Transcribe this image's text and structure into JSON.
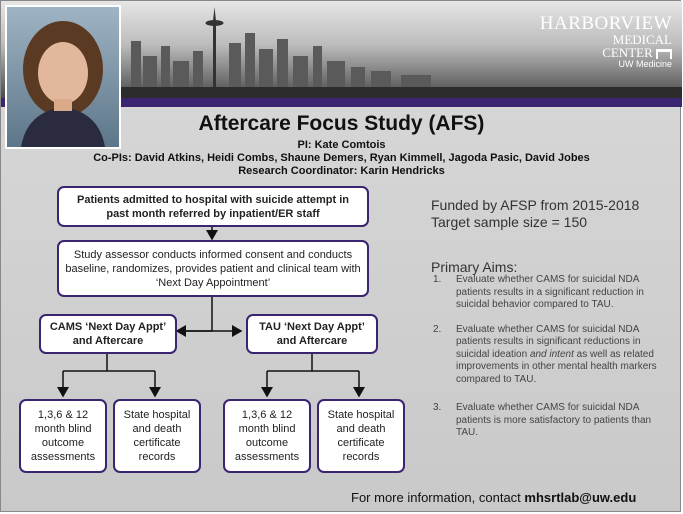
{
  "logo": {
    "line1": "HARBORVIEW",
    "line2": "MEDICAL",
    "line3": "CENTER",
    "line4": "UW Medicine"
  },
  "title": "Aftercare Focus Study (AFS)",
  "pi": "PI: Kate Comtois",
  "copis": "Co-PIs: David Atkins, Heidi Combs, Shaune Demers, Ryan Kimmell, Jagoda Pasic, David Jobes",
  "coordinator": "Research Coordinator: Karin Hendricks",
  "flow": {
    "admitted": "Patients admitted to hospital with suicide attempt in past month referred by inpatient/ER staff",
    "assessor": "Study assessor conducts informed consent and conducts baseline, randomizes, provides patient and clinical team with ‘Next Day Appointment’",
    "cams": "CAMS ‘Next Day Appt’ and Aftercare",
    "tau": "TAU ‘Next Day Appt’ and Aftercare",
    "blind_left": "1,3,6 & 12 month blind outcome assessments",
    "state_left": "State hospital and death certificate records",
    "blind_right": "1,3,6 & 12 month blind outcome assessments",
    "state_right": "State hospital and death certificate records"
  },
  "funded": "Funded by AFSP from 2015-2018",
  "sample": "Target sample size = 150",
  "aims_heading": "Primary Aims:",
  "aims": [
    {
      "num": "1.",
      "text": "Evaluate whether CAMS for suicidal NDA patients results in a significant reduction in suicidal behavior compared to TAU."
    },
    {
      "num": "2.",
      "pre": "Evaluate whether CAMS for suicidal NDA patients results in significant reductions in suicidal ideation ",
      "em": "and intent",
      "post": " as well as related improvements in other mental health markers compared to TAU."
    },
    {
      "num": "3.",
      "text": "Evaluate whether CAMS for suicidal NDA patients is more satisfactory to patients than TAU."
    }
  ],
  "contact_prefix": "For more information, contact ",
  "contact_email": "mhsrtlab@uw.edu"
}
